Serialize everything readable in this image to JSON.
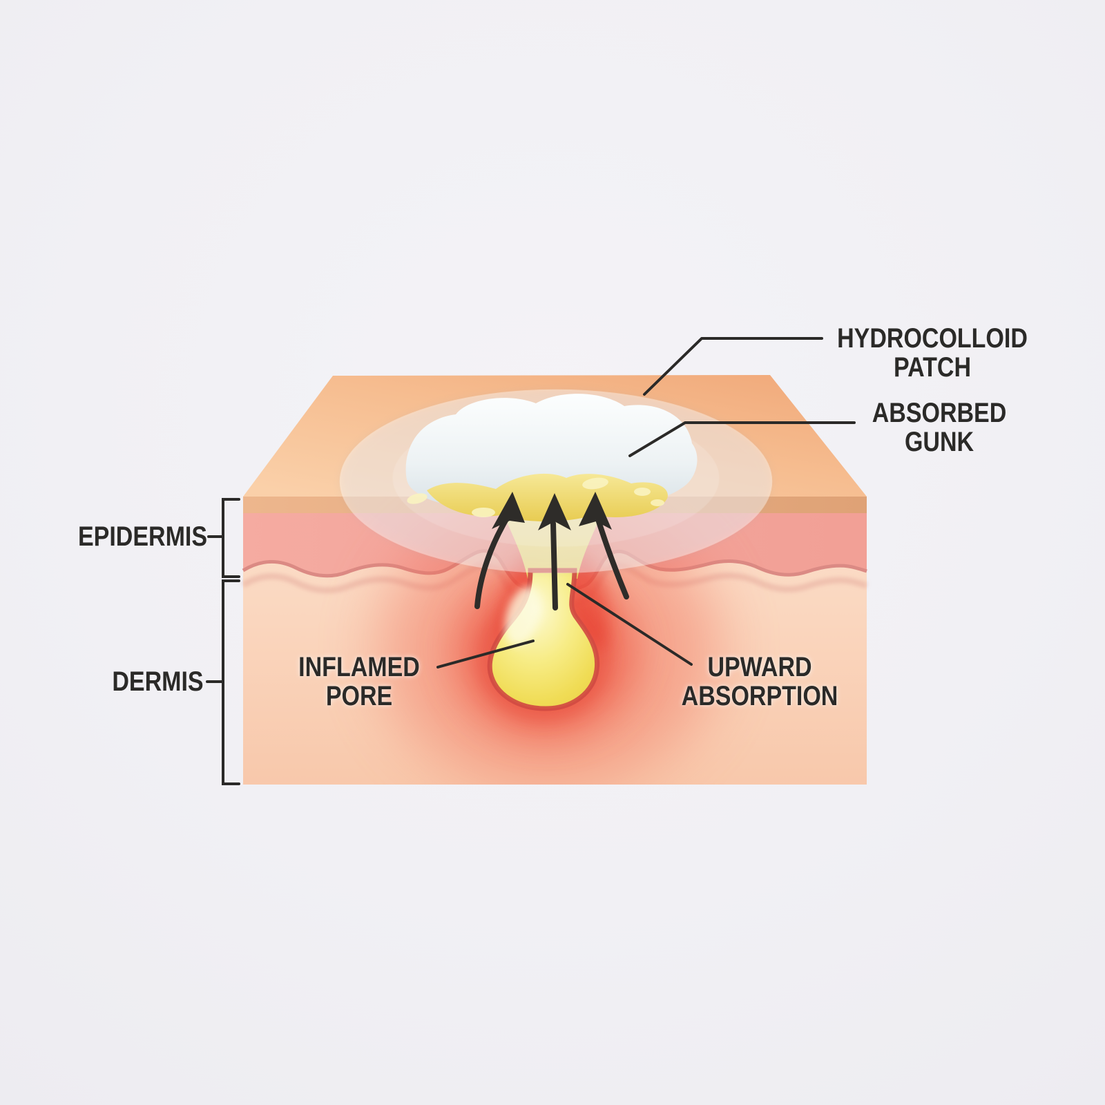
{
  "labels": {
    "hydrocolloid_patch": {
      "line1": "HYDROCOLLOID",
      "line2": "PATCH"
    },
    "absorbed_gunk": {
      "line1": "ABSORBED",
      "line2": "GUNK"
    },
    "epidermis": "EPIDERMIS",
    "dermis": "DERMIS",
    "inflamed_pore": {
      "line1": "INFLAMED",
      "line2": "PORE"
    },
    "upward_absorption": {
      "line1": "UPWARD",
      "line2": "ABSORPTION"
    }
  },
  "colors": {
    "background": "#F2F1F5",
    "skin_top": "#F5BB8D",
    "skin_top_edge": "#E5A97E",
    "epidermis": "#F4A59C",
    "epidermis_wave_line": "#DB8A84",
    "dermis": "#FAD5BD",
    "patch_white": "#FFFFFF",
    "gunk_white": "#EDF2F4",
    "gunk_yellow": "#EDD45E",
    "pore_yellow": "#F4E468",
    "inflammation_red": "#EF5A48",
    "pore_rim_red": "#D14B42",
    "line_and_text": "#2B2A28"
  }
}
